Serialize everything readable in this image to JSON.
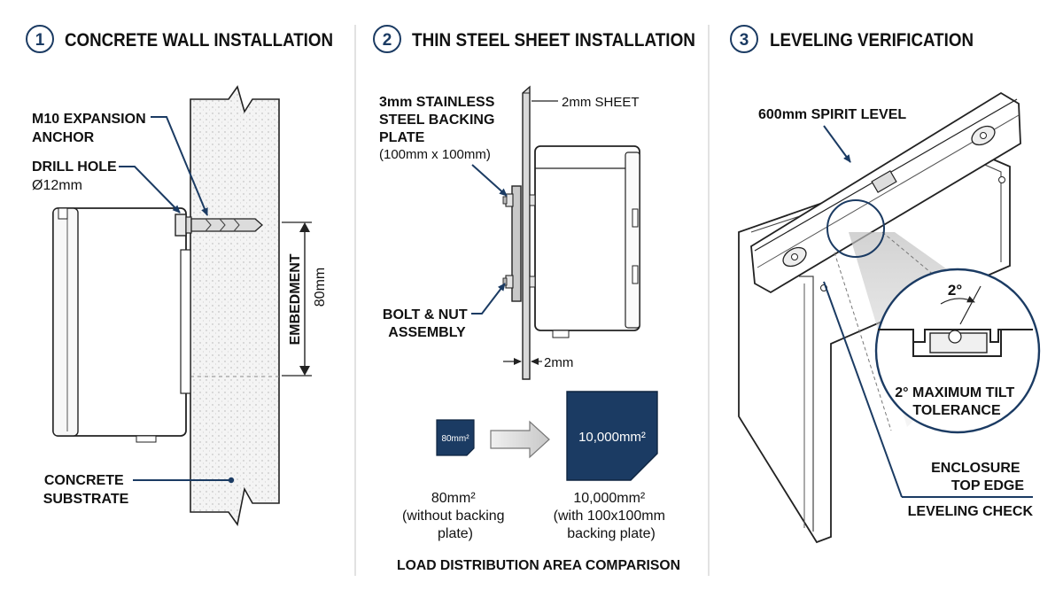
{
  "panels": [
    {
      "number": "1",
      "title": "CONCRETE WALL INSTALLATION"
    },
    {
      "number": "2",
      "title": "THIN STEEL SHEET INSTALLATION"
    },
    {
      "number": "3",
      "title": "LEVELING VERIFICATION"
    }
  ],
  "panel1": {
    "anchor_label": [
      "M10 EXPANSION",
      "ANCHOR"
    ],
    "drill_label": "DRILL HOLE",
    "drill_size": "Ø12mm",
    "embedment_label": "EMBEDMENT",
    "embedment_value": "80mm",
    "substrate_label": [
      "CONCRETE",
      "SUBSTRATE"
    ]
  },
  "panel2": {
    "backing_plate_label": [
      "3mm STAINLESS",
      "STEEL BACKING",
      "PLATE"
    ],
    "backing_plate_size": "(100mm x 100mm)",
    "sheet_label": "2mm SHEET",
    "bolt_label": [
      "BOLT & NUT",
      "ASSEMBLY"
    ],
    "thickness_label": "2mm",
    "small_box_text": "80mm²",
    "large_box_text": "10,000mm²",
    "small_caption": [
      "80mm²",
      "(without backing",
      "plate)"
    ],
    "large_caption": [
      "10,000mm²",
      "(with 100x100mm",
      "backing plate)"
    ],
    "comparison_title": "LOAD DISTRIBUTION AREA COMPARISON"
  },
  "panel3": {
    "level_label": "600mm SPIRIT LEVEL",
    "tilt_angle": "2°",
    "tolerance_label": [
      "2° MAXIMUM TILT",
      "TOLERANCE"
    ],
    "edge_label": [
      "ENCLOSURE",
      "TOP EDGE"
    ],
    "check_label": "LEVELING CHECK"
  },
  "colors": {
    "accent_navy": "#1b3b63",
    "line": "#222222",
    "concrete_fill": "#f3f3f3"
  }
}
